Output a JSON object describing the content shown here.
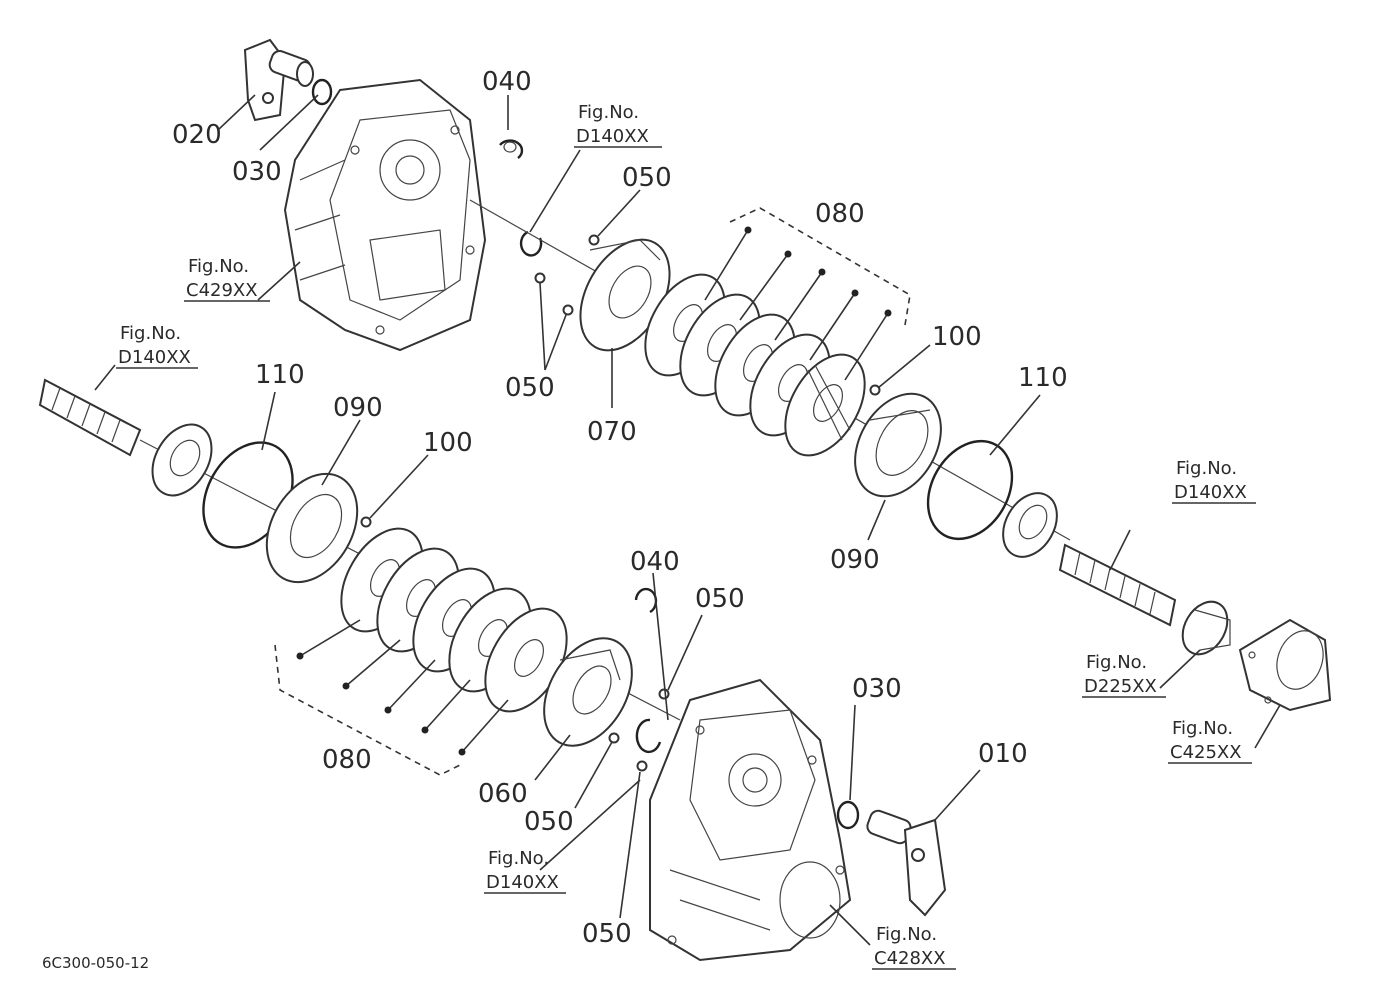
{
  "diagram_code": "6C300-050-12",
  "fig_prefix": "Fig.No.",
  "callouts": {
    "p010": "010",
    "p020": "020",
    "p030a": "030",
    "p030b": "030",
    "p040a": "040",
    "p040b": "040",
    "p050a": "050",
    "p050b": "050",
    "p050c": "050",
    "p050d": "050",
    "p050e": "050",
    "p060": "060",
    "p070": "070",
    "p080a": "080",
    "p080b": "080",
    "p090a": "090",
    "p090b": "090",
    "p100a": "100",
    "p100b": "100",
    "p110a": "110",
    "p110b": "110"
  },
  "figure_refs": {
    "ref_d140_top": "D140XX",
    "ref_c429": "C429XX",
    "ref_d140_left": "D140XX",
    "ref_d140_right": "D140XX",
    "ref_d225": "D225XX",
    "ref_c425": "C425XX",
    "ref_d140_bottom": "D140XX",
    "ref_c428": "C428XX"
  }
}
